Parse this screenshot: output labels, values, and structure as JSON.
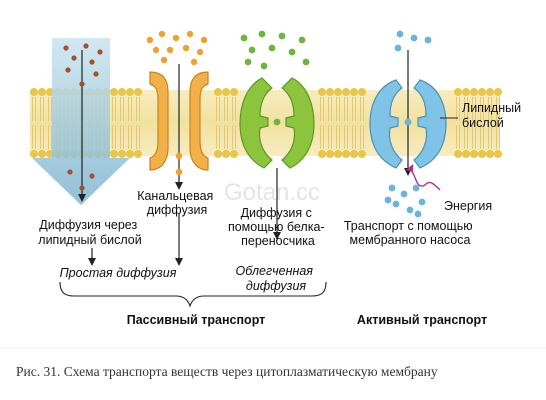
{
  "labels": {
    "lipid_bilayer": [
      "Липидный",
      "бислой"
    ],
    "diffusion_through_bilayer": [
      "Диффузия через",
      "липидный бислой"
    ],
    "channel_diffusion": [
      "Канальцевая",
      "диффузия"
    ],
    "carrier_diffusion": [
      "Диффузия с",
      "помощью белка-",
      "переносчика"
    ],
    "pump_transport": [
      "Транспорт с помощью",
      "мембранного насоса"
    ],
    "energy": "Энергия",
    "simple_diffusion": "Простая диффузия",
    "facilitated_diffusion": [
      "Облегченная",
      "диффузия"
    ],
    "passive_transport": "Пассивный транспорт",
    "active_transport": "Активный транспорт"
  },
  "caption": "Рис. 31. Схема транспорта веществ через цитоплазматическую мембрану",
  "watermark": "Gotan.cc",
  "colors": {
    "membrane_head": "#e9c64a",
    "membrane_tail": "#f3e2a0",
    "diffusion_arrow": "#8fc1d9",
    "channel_protein": "#f2b04a",
    "carrier_protein": "#8cc43e",
    "pump_protein": "#7fc3e6",
    "brown_particle": "#a0522d",
    "orange_particle": "#f0a030",
    "green_particle": "#6db63b",
    "blue_particle": "#6ab3dc",
    "energy_arrow": "#b03090"
  }
}
